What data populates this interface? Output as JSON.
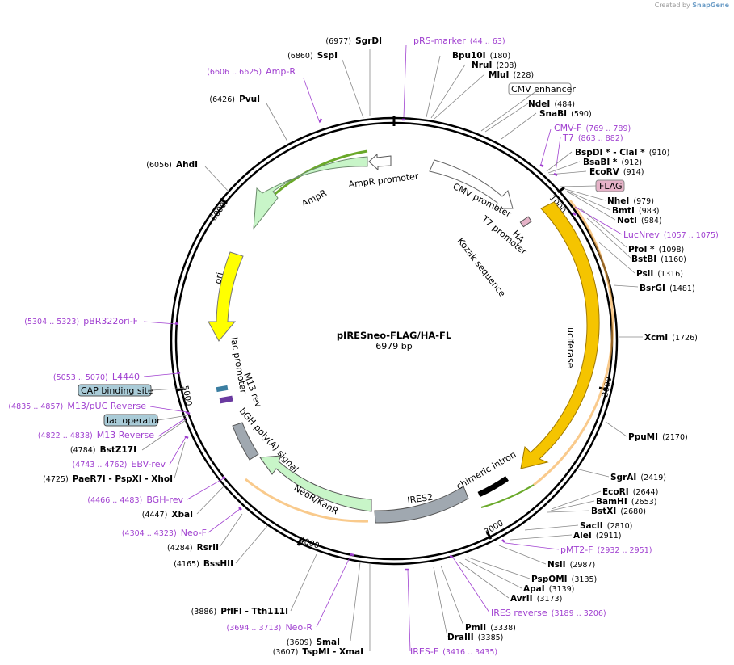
{
  "credit": {
    "prefix": "Created by",
    "brand": "SnapGene"
  },
  "title": {
    "name": "pIRESneo-FLAG/HA-FL",
    "size": "6979 bp"
  },
  "ticks": [
    "1000",
    "2000",
    "3000",
    "4000",
    "5000",
    "6000"
  ],
  "colors": {
    "site": "#000000",
    "primer": "#a040d0",
    "ampr": "#c8f5c8",
    "ori": "#ffff00",
    "luciferase": "#f5c400",
    "ires": "#a0a8b0",
    "feature_box": "#a9cbd7",
    "flag": "#e6b3c8",
    "promoter": "#ffffff"
  },
  "features": {
    "ampr": "AmpR",
    "ampr_promoter": "AmpR promoter",
    "ori": "ori",
    "cmv_promoter": "CMV promoter",
    "t7_promoter": "T7 promoter",
    "ha": "HA",
    "kozak": "Kozak sequence",
    "luciferase": "luciferase",
    "chimeric_intron": "chimeric intron",
    "ires2": "IRES2",
    "neo": "NeoR/KanR",
    "bgh": "bGH poly(A) signal",
    "m13rev": "M13 rev",
    "lac_promoter": "lac promoter",
    "cmv_enhancer": "CMV enhancer",
    "flag": "FLAG",
    "cap": "CAP binding site",
    "lac_operator": "lac operator"
  },
  "labels": [
    {
      "id": "sgrdi",
      "num": "(6977)",
      "name": "SgrDI",
      "kind": "site"
    },
    {
      "id": "sspi",
      "num": "(6860)",
      "name": "SspI",
      "kind": "site"
    },
    {
      "id": "ampr-primer",
      "num": "(6606 .. 6625)",
      "name": "Amp-R",
      "kind": "primer"
    },
    {
      "id": "pvui",
      "num": "(6426)",
      "name": "PvuI",
      "kind": "site"
    },
    {
      "id": "ahdi",
      "num": "(6056)",
      "name": "AhdI",
      "kind": "site"
    },
    {
      "id": "pbr322ori",
      "num": "(5304 .. 5323)",
      "name": "pBR322ori-F",
      "kind": "primer"
    },
    {
      "id": "l4440",
      "num": "(5053 .. 5070)",
      "name": "L4440",
      "kind": "primer"
    },
    {
      "id": "m13puc",
      "num": "(4835 .. 4857)",
      "name": "M13/pUC Reverse",
      "kind": "primer"
    },
    {
      "id": "m13reverse",
      "num": "(4822 .. 4838)",
      "name": "M13 Reverse",
      "kind": "primer"
    },
    {
      "id": "bstz17i",
      "num": "(4784)",
      "name": "BstZ17I",
      "kind": "site"
    },
    {
      "id": "ebvrev",
      "num": "(4743 .. 4762)",
      "name": "EBV-rev",
      "kind": "primer"
    },
    {
      "id": "paer7i",
      "num": "(4725)",
      "name": "PaeR7I   - PspXI   - XhoI",
      "kind": "site"
    },
    {
      "id": "bghrev",
      "num": "(4466 .. 4483)",
      "name": "BGH-rev",
      "kind": "primer"
    },
    {
      "id": "xbai",
      "num": "(4447)",
      "name": "XbaI",
      "kind": "site"
    },
    {
      "id": "neof",
      "num": "(4304 .. 4323)",
      "name": "Neo-F",
      "kind": "primer"
    },
    {
      "id": "rsrii",
      "num": "(4284)",
      "name": "RsrII",
      "kind": "site"
    },
    {
      "id": "bsshii",
      "num": "(4165)",
      "name": "BssHII",
      "kind": "site"
    },
    {
      "id": "pflfi",
      "num": "(3886)",
      "name": "PflFI   - Tth111I",
      "kind": "site"
    },
    {
      "id": "neor",
      "num": "(3694 .. 3713)",
      "name": "Neo-R",
      "kind": "primer"
    },
    {
      "id": "smai",
      "num": "(3609)",
      "name": "SmaI",
      "kind": "site"
    },
    {
      "id": "tspmi",
      "num": "(3607)",
      "name": "TspMI   - XmaI",
      "kind": "site"
    },
    {
      "id": "iresf",
      "num": "(3416 .. 3435)",
      "name": "IRES-F",
      "kind": "primer"
    },
    {
      "id": "bpu10i",
      "num": "(180)",
      "name": "Bpu10I",
      "kind": "site"
    },
    {
      "id": "prs",
      "num": "(44 .. 63)",
      "name": "pRS-marker",
      "kind": "primer"
    },
    {
      "id": "nrui",
      "num": "(208)",
      "name": "NruI",
      "kind": "site"
    },
    {
      "id": "mlui",
      "num": "(228)",
      "name": "MluI",
      "kind": "site"
    },
    {
      "id": "ndei",
      "num": "(484)",
      "name": "NdeI",
      "kind": "site"
    },
    {
      "id": "snabi",
      "num": "(590)",
      "name": "SnaBI",
      "kind": "site"
    },
    {
      "id": "cmvf",
      "num": "(769 .. 789)",
      "name": "CMV-F",
      "kind": "primer"
    },
    {
      "id": "t7",
      "num": "(863 .. 882)",
      "name": "T7",
      "kind": "primer"
    },
    {
      "id": "bspdi",
      "num": "(910)",
      "name": "BspDI *  - ClaI *",
      "kind": "site"
    },
    {
      "id": "bsabi",
      "num": "(912)",
      "name": "BsaBI *",
      "kind": "site"
    },
    {
      "id": "ecorv",
      "num": "(914)",
      "name": "EcoRV",
      "kind": "site"
    },
    {
      "id": "nhei",
      "num": "(979)",
      "name": "NheI",
      "kind": "site"
    },
    {
      "id": "bmti",
      "num": "(983)",
      "name": "BmtI",
      "kind": "site"
    },
    {
      "id": "noti",
      "num": "(984)",
      "name": "NotI",
      "kind": "site"
    },
    {
      "id": "lucnrev",
      "num": "(1057 .. 1075)",
      "name": "LucNrev",
      "kind": "primer"
    },
    {
      "id": "pfoi",
      "num": "(1098)",
      "name": "PfoI *",
      "kind": "site"
    },
    {
      "id": "bstbi",
      "num": "(1160)",
      "name": "BstBI",
      "kind": "site"
    },
    {
      "id": "psii",
      "num": "(1316)",
      "name": "PsiI",
      "kind": "site"
    },
    {
      "id": "bsrgi",
      "num": "(1481)",
      "name": "BsrGI",
      "kind": "site"
    },
    {
      "id": "xcmi",
      "num": "(1726)",
      "name": "XcmI",
      "kind": "site"
    },
    {
      "id": "ppumi",
      "num": "(2170)",
      "name": "PpuMI",
      "kind": "site"
    },
    {
      "id": "sgrai",
      "num": "(2419)",
      "name": "SgrAI",
      "kind": "site"
    },
    {
      "id": "ecori",
      "num": "(2644)",
      "name": "EcoRI",
      "kind": "site"
    },
    {
      "id": "bamhi",
      "num": "(2653)",
      "name": "BamHI",
      "kind": "site"
    },
    {
      "id": "bstxi",
      "num": "(2680)",
      "name": "BstXI",
      "kind": "site"
    },
    {
      "id": "sacii",
      "num": "(2810)",
      "name": "SacII",
      "kind": "site"
    },
    {
      "id": "alei",
      "num": "(2911)",
      "name": "AleI",
      "kind": "site"
    },
    {
      "id": "pmt2f",
      "num": "(2932 .. 2951)",
      "name": "pMT2-F",
      "kind": "primer"
    },
    {
      "id": "nsii",
      "num": "(2987)",
      "name": "NsiI",
      "kind": "site"
    },
    {
      "id": "pspomi",
      "num": "(3135)",
      "name": "PspOMI",
      "kind": "site"
    },
    {
      "id": "apai",
      "num": "(3139)",
      "name": "ApaI",
      "kind": "site"
    },
    {
      "id": "avrii",
      "num": "(3173)",
      "name": "AvrII",
      "kind": "site"
    },
    {
      "id": "iresrev",
      "num": "(3189 .. 3206)",
      "name": "IRES reverse",
      "kind": "primer"
    },
    {
      "id": "pmli",
      "num": "(3338)",
      "name": "PmlI",
      "kind": "site"
    },
    {
      "id": "draiii",
      "num": "(3385)",
      "name": "DraIII",
      "kind": "site"
    }
  ]
}
